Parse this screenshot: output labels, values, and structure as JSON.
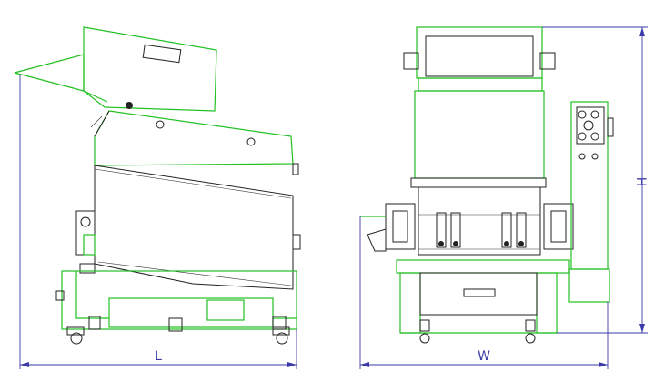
{
  "dimensions": {
    "length_label": "L",
    "width_label": "W",
    "height_label": "H"
  },
  "colors": {
    "outline": "#22c022",
    "detail": "#222222",
    "dimension": "#3a3aa8"
  }
}
